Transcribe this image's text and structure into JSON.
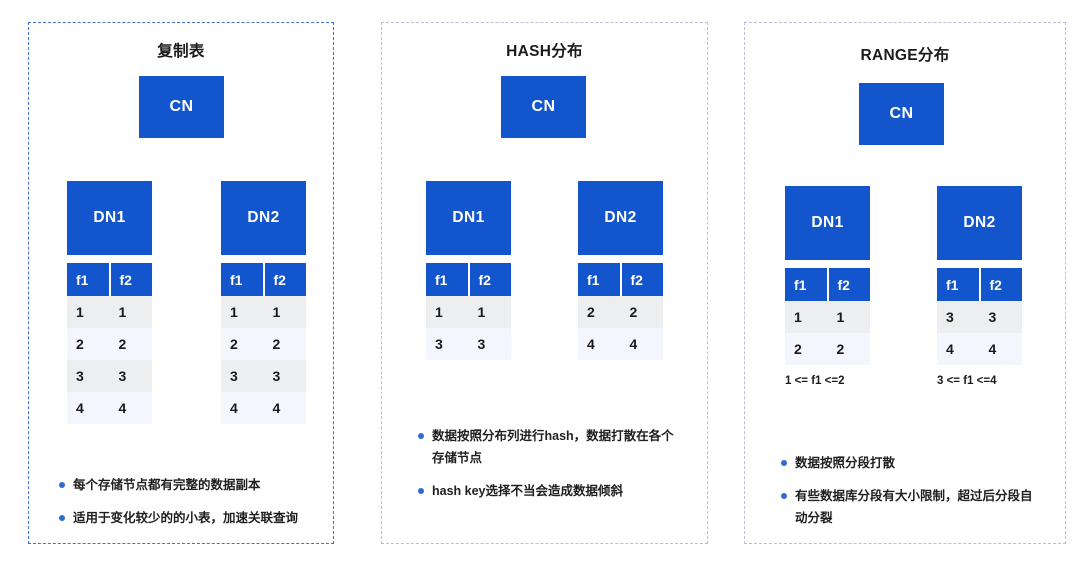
{
  "panels": [
    {
      "id": "replicated-table",
      "title": "复制表",
      "cn": "CN",
      "nodes": [
        {
          "name": "DN1",
          "columns": [
            "f1",
            "f2"
          ],
          "rows": [
            [
              "1",
              "1"
            ],
            [
              "2",
              "2"
            ],
            [
              "3",
              "3"
            ],
            [
              "4",
              "4"
            ]
          ],
          "range_label": ""
        },
        {
          "name": "DN2",
          "columns": [
            "f1",
            "f2"
          ],
          "rows": [
            [
              "1",
              "1"
            ],
            [
              "2",
              "2"
            ],
            [
              "3",
              "3"
            ],
            [
              "4",
              "4"
            ]
          ],
          "range_label": ""
        }
      ],
      "bullets": [
        "每个存储节点都有完整的数据副本",
        "适用于变化较少的的小表，加速关联查询"
      ]
    },
    {
      "id": "hash-distribution",
      "title": "HASH分布",
      "cn": "CN",
      "nodes": [
        {
          "name": "DN1",
          "columns": [
            "f1",
            "f2"
          ],
          "rows": [
            [
              "1",
              "1"
            ],
            [
              "3",
              "3"
            ]
          ],
          "range_label": ""
        },
        {
          "name": "DN2",
          "columns": [
            "f1",
            "f2"
          ],
          "rows": [
            [
              "2",
              "2"
            ],
            [
              "4",
              "4"
            ]
          ],
          "range_label": ""
        }
      ],
      "bullets": [
        "数据按照分布列进行hash，数据打散在各个存储节点",
        "hash key选择不当会造成数据倾斜"
      ]
    },
    {
      "id": "range-distribution",
      "title": "RANGE分布",
      "cn": "CN",
      "nodes": [
        {
          "name": "DN1",
          "columns": [
            "f1",
            "f2"
          ],
          "rows": [
            [
              "1",
              "1"
            ],
            [
              "2",
              "2"
            ]
          ],
          "range_label": "1 <= f1 <=2"
        },
        {
          "name": "DN2",
          "columns": [
            "f1",
            "f2"
          ],
          "rows": [
            [
              "3",
              "3"
            ],
            [
              "4",
              "4"
            ]
          ],
          "range_label": "3 <= f1 <=4"
        }
      ],
      "bullets": [
        "数据按照分段打散",
        "有些数据库分段有大小限制，超过后分段自动分裂"
      ]
    }
  ],
  "colors": {
    "brand_blue": "#1255cc",
    "panel_border_active": "#3f6fd8",
    "panel_border": "#b9bedd",
    "row_even": "#eceef0",
    "row_odd": "#f3f6fc",
    "bullet_dot": "#2f6bd0"
  }
}
